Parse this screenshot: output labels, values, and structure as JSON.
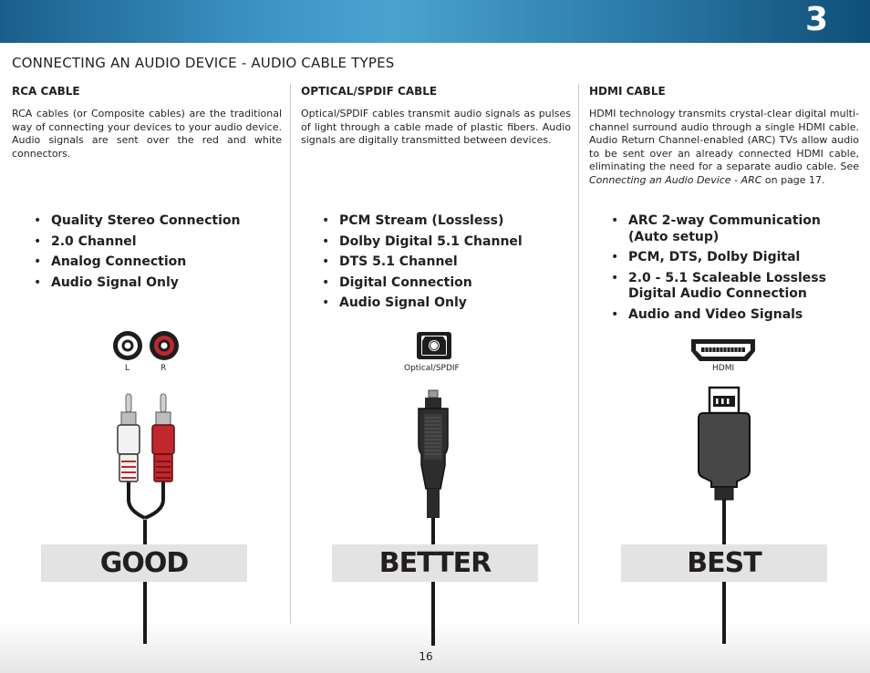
{
  "chapter": {
    "number": "3"
  },
  "page": {
    "title": "CONNECTING AN AUDIO DEVICE - AUDIO CABLE TYPES",
    "page_number": "16"
  },
  "columns": [
    {
      "heading": "RCA CABLE",
      "description": "RCA cables (or Composite cables) are the traditional way of connecting your devices to your audio device. Audio signals are sent over the red and white connectors.",
      "bullets": [
        "Quality Stereo Connection",
        "2.0 Channel",
        "Analog Connection",
        "Audio Signal Only"
      ],
      "connector_labels": [
        "L",
        "R"
      ],
      "rank": "GOOD"
    },
    {
      "heading": "OPTICAL/SPDIF CABLE",
      "description": "Optical/SPDIF cables transmit audio signals as pulses of light through a cable made of plastic fibers. Audio signals are digitally transmitted between devices.",
      "bullets": [
        "PCM Stream (Lossless)",
        "Dolby Digital 5.1 Channel",
        "DTS 5.1 Channel",
        "Digital Connection",
        "Audio Signal Only"
      ],
      "connector_label": "Optical/SPDIF",
      "rank": "BETTER"
    },
    {
      "heading": "HDMI CABLE",
      "description_before": "HDMI technology transmits crystal-clear digital multi-channel surround audio through a single HDMI cable. Audio Return Channel-enabled (ARC) TVs allow audio to be sent over an already connected HDMI cable, eliminating the need for a separate audio cable. See ",
      "description_link": "Connecting an Audio Device - ARC",
      "description_after": " on page 17.",
      "bullets": [
        "ARC 2-way Communication (Auto setup)",
        "PCM, DTS, Dolby Digital",
        "2.0 - 5.1 Scaleable Lossless Digital Audio Connection",
        "Audio and Video Signals"
      ],
      "connector_label": "HDMI",
      "rank": "BEST"
    }
  ]
}
